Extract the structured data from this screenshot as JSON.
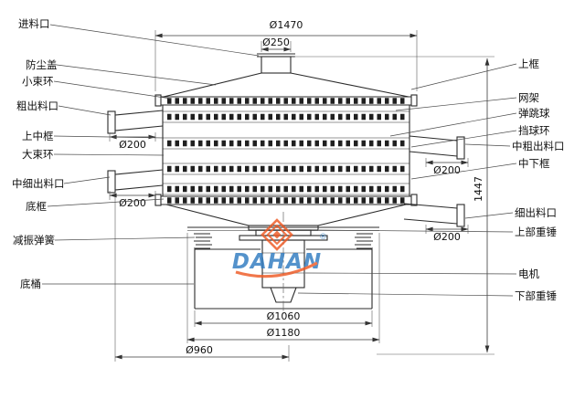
{
  "drawing": {
    "left_labels": [
      "进料口",
      "防尘盖",
      "小束环",
      "粗出料口",
      "上中框",
      "大束环",
      "中细出料口",
      "底框",
      "减振弹簧",
      "底桶"
    ],
    "right_labels": [
      "上框",
      "网架",
      "弹跳球",
      "挡球环",
      "中粗出料口",
      "中下框",
      "细出料口",
      "上部重锤",
      "电机",
      "下部重锤"
    ],
    "dimensions": {
      "top_diameter": "Ø1470",
      "inlet_diameter": "Ø250",
      "coarse_outlet": "Ø200",
      "mid_fine_outlet": "Ø200",
      "mid_coarse_outlet": "Ø200",
      "fine_outlet": "Ø200",
      "overall_height": "1447",
      "base_diameter": "Ø1060",
      "flange_diameter": "Ø1180",
      "bottom_span": "Ø960"
    },
    "watermark": {
      "brand": "DAHAN",
      "registered": "®"
    },
    "colors": {
      "accent_orange": "#ef5a24",
      "accent_blue": "#2f7bc0"
    }
  }
}
